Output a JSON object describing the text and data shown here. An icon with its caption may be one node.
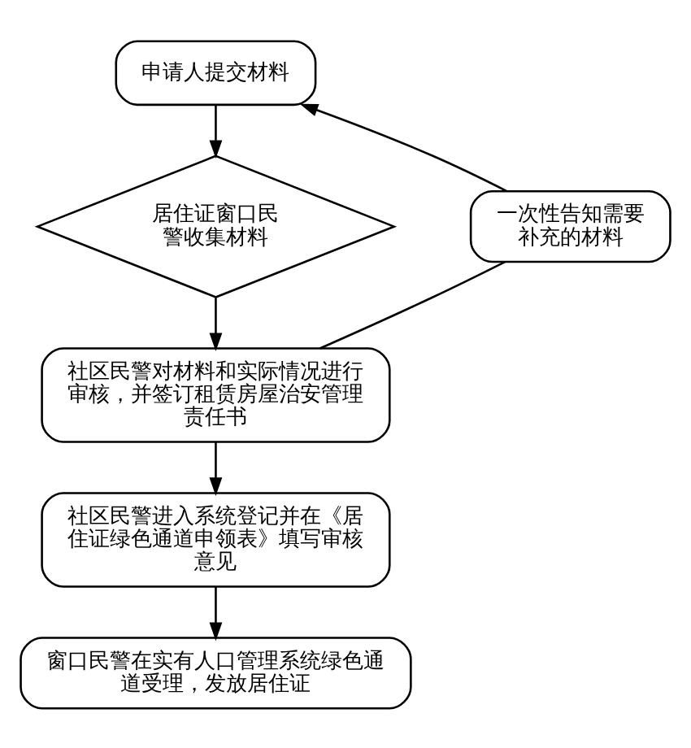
{
  "diagram": {
    "nodes": [
      {
        "text": [
          "申请人提交材料"
        ]
      },
      {
        "text": [
          "居住证窗口民警收集材料"
        ]
      },
      {
        "text": [
          "社区民警对材料和实际情况进行审核，并签订租赁房屋治安管理责任书"
        ]
      },
      {
        "text": [
          "一次性告知需要补充的材料"
        ]
      },
      {
        "text": [
          "社区民警进入系统登记并在《居住证绿色通道申领表》填写审核意见"
        ]
      },
      {
        "text": [
          "窗口民警在实有人口管理系统绿色通道受理，发放居住证"
        ]
      }
    ],
    "edges": [
      {
        "from": 0,
        "to": 1,
        "arrow": "to"
      },
      {
        "from": 1,
        "to": 2,
        "arrow": "to"
      },
      {
        "from": 2,
        "to": 3,
        "arrow": "none"
      },
      {
        "from": 3,
        "to": 0,
        "arrow": "to"
      },
      {
        "from": 2,
        "to": 4,
        "arrow": "to"
      },
      {
        "from": 4,
        "to": 5,
        "arrow": "to"
      }
    ]
  }
}
